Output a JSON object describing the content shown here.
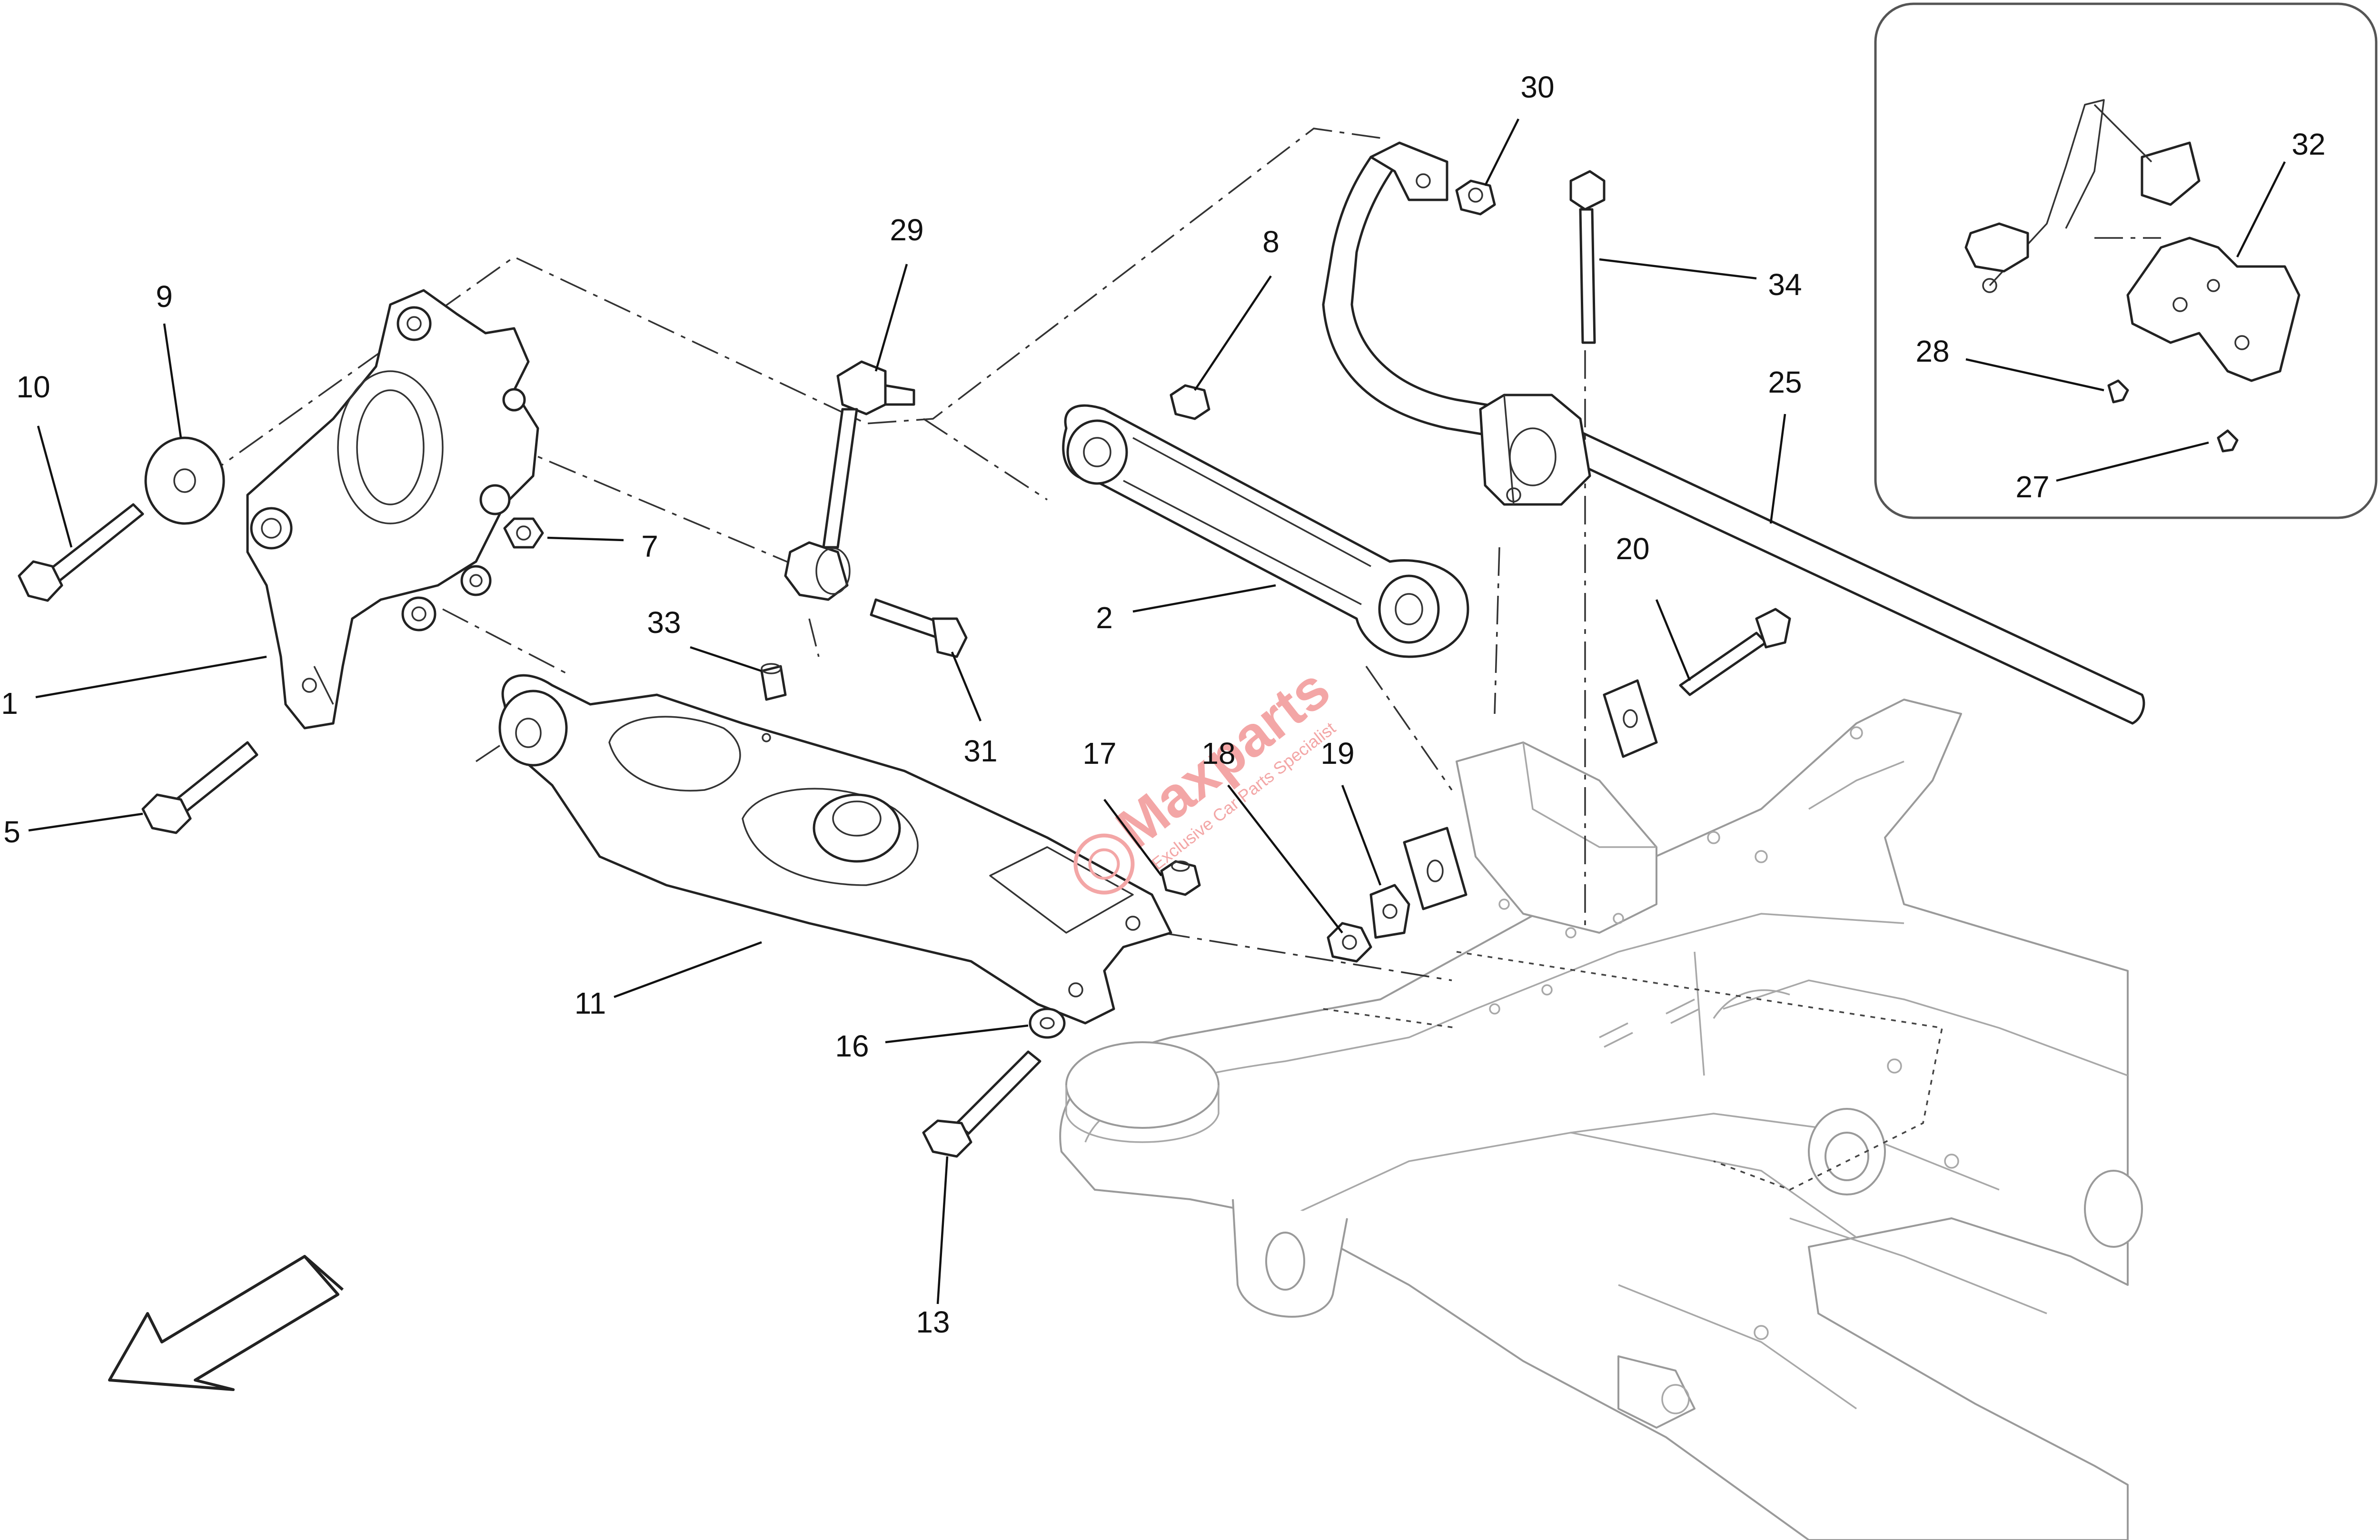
{
  "diagram": {
    "watermark": {
      "brand": "Maxparts",
      "tagline": "Exclusive Car Parts Specialist"
    },
    "callouts": [
      {
        "id": "1",
        "label": "1"
      },
      {
        "id": "2",
        "label": "2"
      },
      {
        "id": "5",
        "label": "5"
      },
      {
        "id": "7",
        "label": "7"
      },
      {
        "id": "8",
        "label": "8"
      },
      {
        "id": "9",
        "label": "9"
      },
      {
        "id": "10",
        "label": "10"
      },
      {
        "id": "11",
        "label": "11"
      },
      {
        "id": "13",
        "label": "13"
      },
      {
        "id": "16",
        "label": "16"
      },
      {
        "id": "17",
        "label": "17"
      },
      {
        "id": "18",
        "label": "18"
      },
      {
        "id": "19",
        "label": "19"
      },
      {
        "id": "20",
        "label": "20"
      },
      {
        "id": "25",
        "label": "25"
      },
      {
        "id": "27",
        "label": "27"
      },
      {
        "id": "28",
        "label": "28"
      },
      {
        "id": "29",
        "label": "29"
      },
      {
        "id": "30",
        "label": "30"
      },
      {
        "id": "31",
        "label": "31"
      },
      {
        "id": "32",
        "label": "32"
      },
      {
        "id": "33",
        "label": "33"
      },
      {
        "id": "34",
        "label": "34"
      }
    ]
  }
}
